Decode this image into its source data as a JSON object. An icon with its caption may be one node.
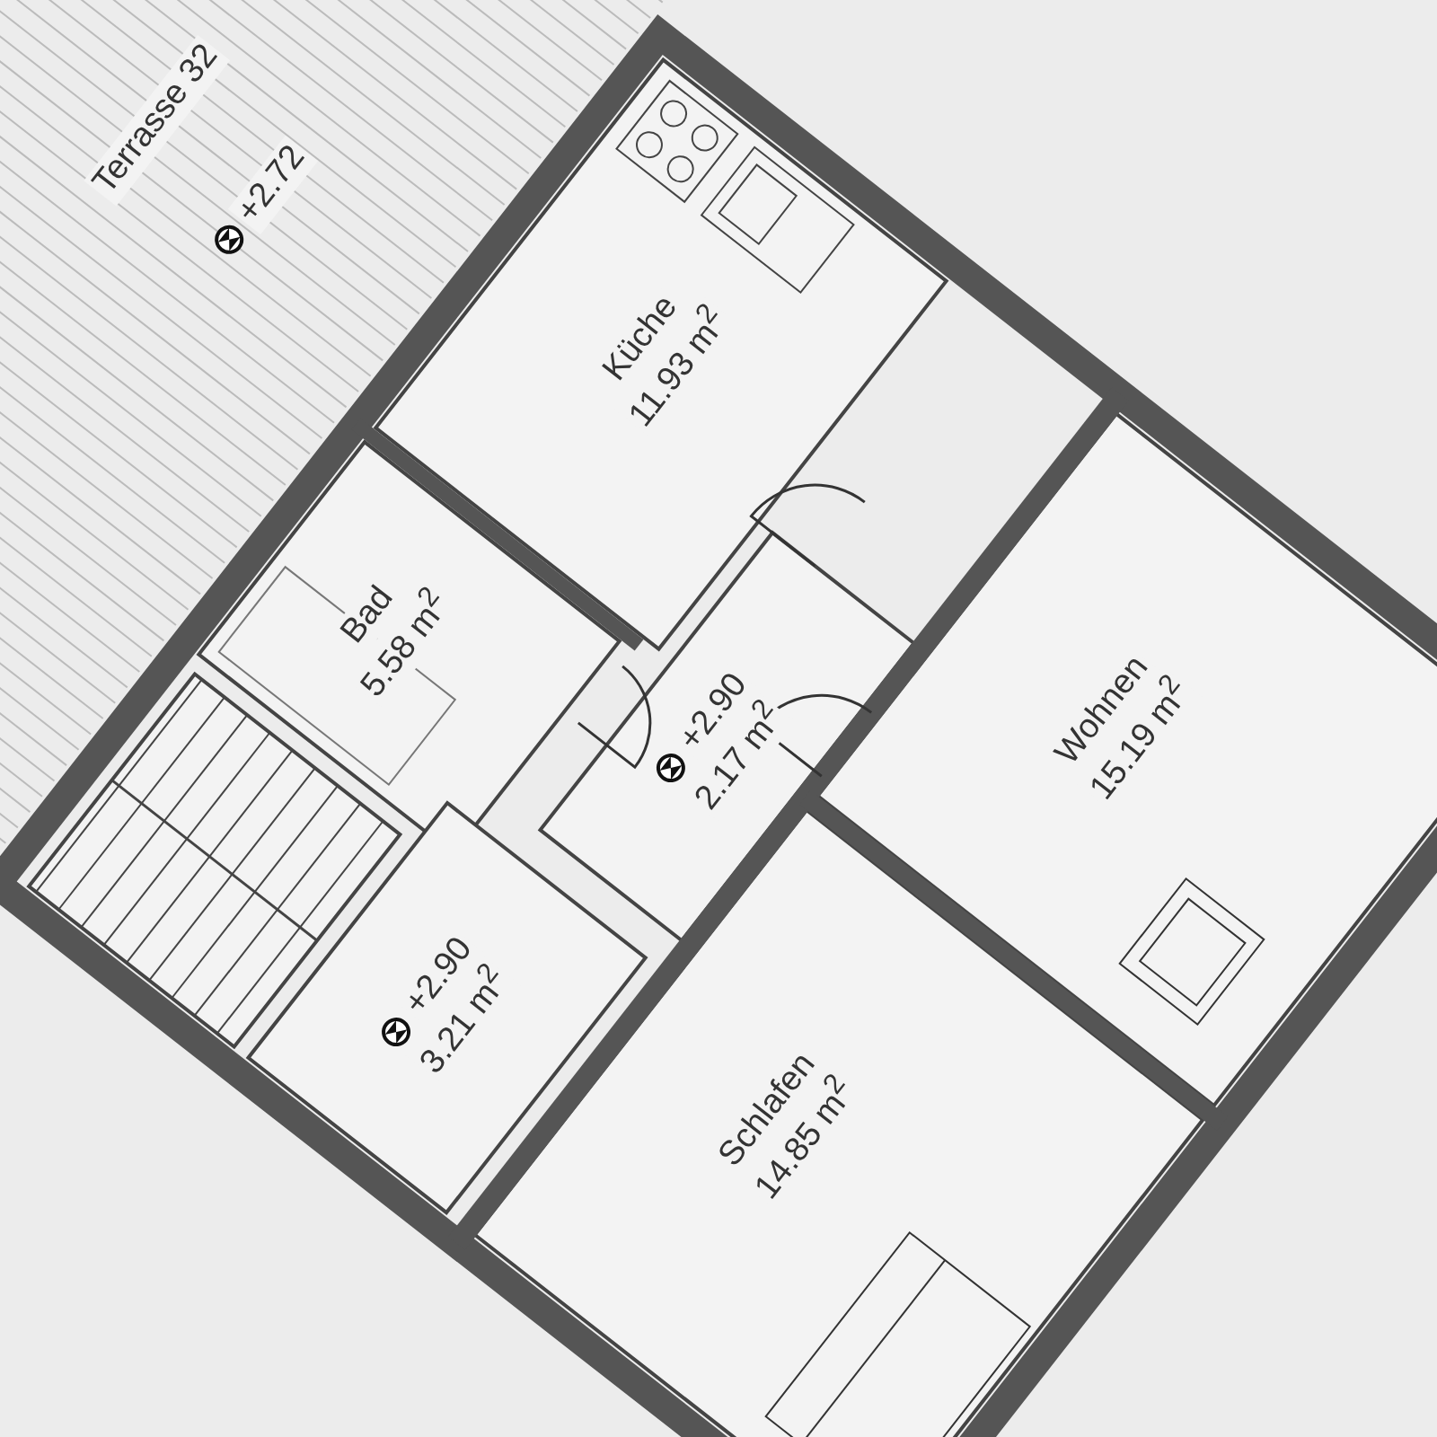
{
  "diagram": {
    "nodes": [
      {
        "text": [
          "Terrasse 32",
          "+2.72"
        ]
      },
      {
        "text": [
          "Bad",
          "5.58 m$^{2}$"
        ]
      },
      {
        "text": [
          "Küche",
          "11.93 m$^{2}$"
        ]
      },
      {
        "text": [
          "+2.90",
          "2.17 m$^{2}$"
        ]
      },
      {
        "text": [
          "+2.90",
          "3.21 m$^{2}$"
        ]
      },
      {
        "text": [
          "Wohnen",
          "15.19 m$^{2}$"
        ]
      },
      {
        "text": [
          "Schlafen",
          "14.85 m$^{2}$"
        ]
      }
    ]
  }
}
